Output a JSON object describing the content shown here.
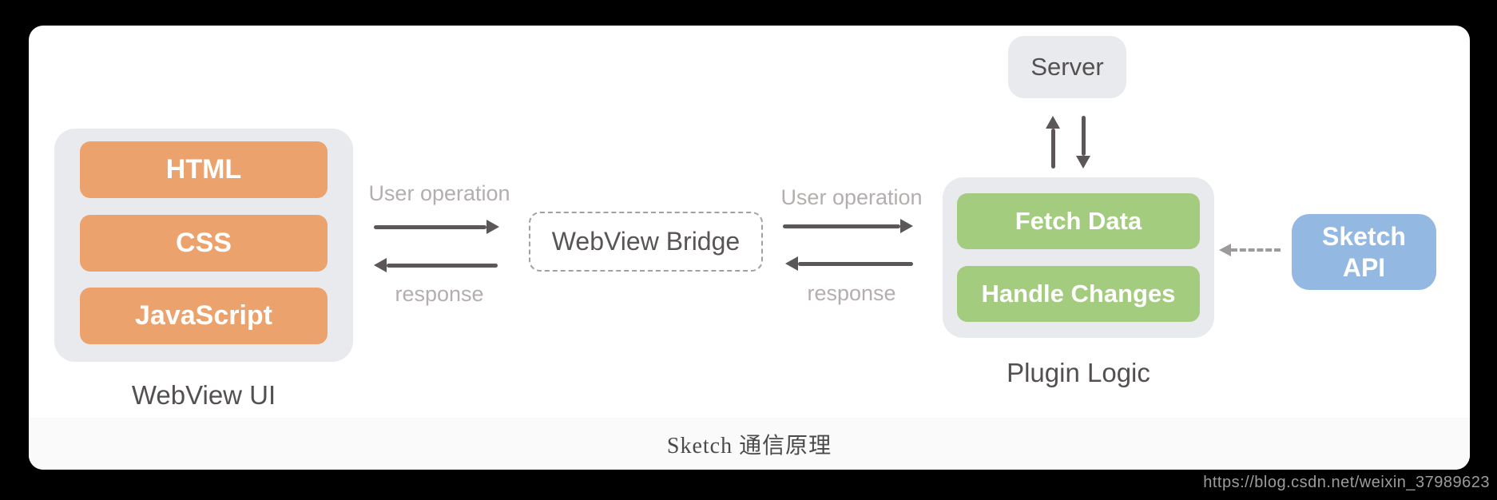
{
  "title_caption": "Sketch 通信原理",
  "watermark": "https://blog.csdn.net/weixin_37989623",
  "webview_ui": {
    "label": "WebView UI",
    "layers": [
      "HTML",
      "CSS",
      "JavaScript"
    ]
  },
  "bridge": {
    "label": "WebView Bridge"
  },
  "flows": {
    "webview_bridge": {
      "top_label": "User operation",
      "bottom_label": "response"
    },
    "bridge_plugin": {
      "top_label": "User operation",
      "bottom_label": "response"
    }
  },
  "server": {
    "label": "Server"
  },
  "plugin_logic": {
    "label": "Plugin Logic",
    "tasks": [
      "Fetch Data",
      "Handle Changes"
    ]
  },
  "sketch_api": {
    "line1": "Sketch",
    "line2": "API"
  },
  "colors": {
    "page_bg": "#000000",
    "card_bg": "#ffffff",
    "caption_strip": "#fafafa",
    "container_gray": "#e9eaee",
    "orange": "#eba26c",
    "green": "#a3cc7e",
    "blue": "#93b8e1",
    "arrow_dark": "#5b5657",
    "dashed_gray": "#9e9a9a",
    "flow_label_gray": "#b4aeae",
    "text_dark": "#545051"
  }
}
